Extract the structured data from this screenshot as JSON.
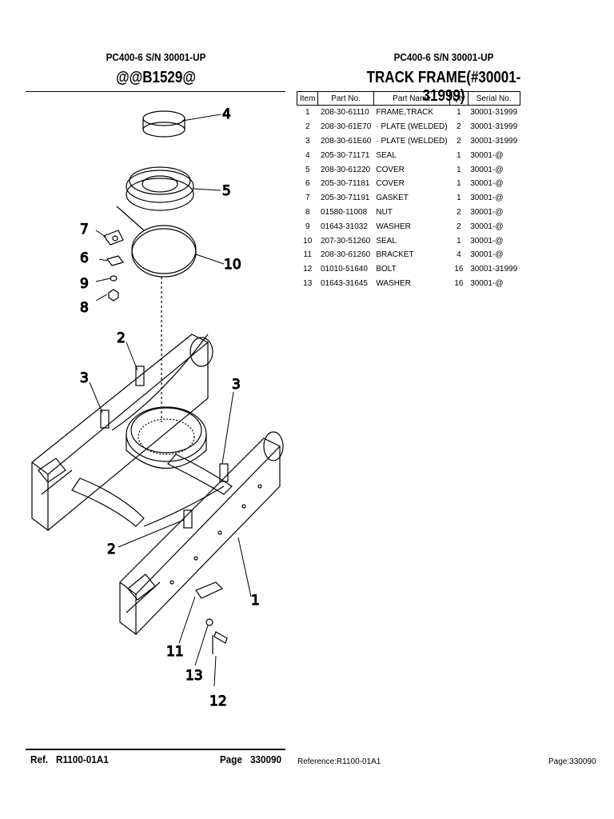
{
  "header": {
    "model_left": "PC400-6 S/N 30001-UP",
    "code_left": "@@B1529@",
    "model_right": "PC400-6 S/N 30001-UP",
    "title_right": "TRACK FRAME(#30001-31999)"
  },
  "table": {
    "columns": [
      "Item",
      "Part No.",
      "Part Name",
      "Qty",
      "Serial No."
    ],
    "rows": [
      {
        "item": "1",
        "part_no": "208-30-61110",
        "name": "FRAME,TRACK",
        "qty": "1",
        "serial": "30001-31999"
      },
      {
        "item": "2",
        "part_no": "208-30-61E70",
        "name": "· PLATE (WELDED)",
        "qty": "2",
        "serial": "30001-31999"
      },
      {
        "item": "3",
        "part_no": "208-30-61E60",
        "name": "· PLATE (WELDED)",
        "qty": "2",
        "serial": "30001-31999"
      },
      {
        "item": "4",
        "part_no": "205-30-71171",
        "name": "SEAL",
        "qty": "1",
        "serial": "30001-@"
      },
      {
        "item": "5",
        "part_no": "208-30-61220",
        "name": "COVER",
        "qty": "1",
        "serial": "30001-@"
      },
      {
        "item": "6",
        "part_no": "205-30-71181",
        "name": "COVER",
        "qty": "1",
        "serial": "30001-@"
      },
      {
        "item": "7",
        "part_no": "205-30-71191",
        "name": "GASKET",
        "qty": "1",
        "serial": "30001-@"
      },
      {
        "item": "8",
        "part_no": "01580-11008",
        "name": "NUT",
        "qty": "2",
        "serial": "30001-@"
      },
      {
        "item": "9",
        "part_no": "01643-31032",
        "name": "WASHER",
        "qty": "2",
        "serial": "30001-@"
      },
      {
        "item": "10",
        "part_no": "207-30-51260",
        "name": "SEAL",
        "qty": "1",
        "serial": "30001-@"
      },
      {
        "item": "11",
        "part_no": "208-30-61260",
        "name": "BRACKET",
        "qty": "4",
        "serial": "30001-@"
      },
      {
        "item": "12",
        "part_no": "01010-51640",
        "name": "BOLT",
        "qty": "16",
        "serial": "30001-31999"
      },
      {
        "item": "13",
        "part_no": "01643-31645",
        "name": "WASHER",
        "qty": "16",
        "serial": "30001-@"
      }
    ]
  },
  "diagram": {
    "callouts": [
      "4",
      "5",
      "7",
      "6",
      "10",
      "9",
      "8",
      "2",
      "3",
      "3",
      "2",
      "1",
      "11",
      "13",
      "12"
    ]
  },
  "footer": {
    "ref_label": "Ref.",
    "ref_value": "R1100-01A1",
    "page_label": "Page",
    "page_value": "330090",
    "ref_right": "Reference:R1100-01A1",
    "page_right": "Page:330090"
  }
}
